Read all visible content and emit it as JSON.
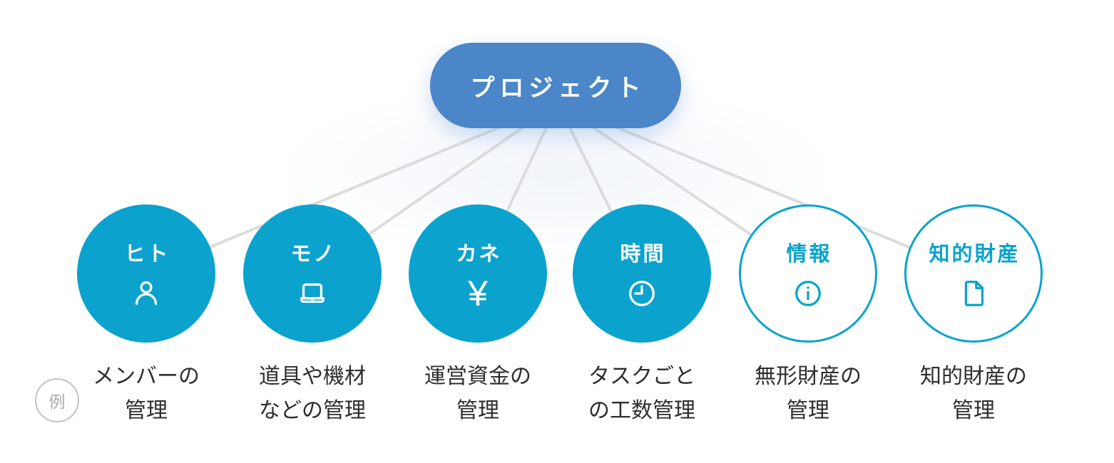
{
  "diagram": {
    "root": {
      "label": "プロジェクト"
    },
    "example_badge": {
      "label": "例"
    },
    "colors": {
      "root_fill": "#4b86c8",
      "node_accent": "#0ba3cd",
      "connector": "#dcdcdc",
      "caption_text": "#2d2d2d",
      "root_text": "#ffffff"
    },
    "nodes": [
      {
        "label": "ヒト",
        "icon": "person-icon",
        "style": "filled",
        "caption": {
          "line1": "メンバーの",
          "line2": "管理"
        }
      },
      {
        "label": "モノ",
        "icon": "laptop-icon",
        "style": "filled",
        "caption": {
          "line1": "道具や機材",
          "line2": "などの管理"
        }
      },
      {
        "label": "カネ",
        "icon": "yen-icon",
        "icon_glyph": "¥",
        "style": "filled",
        "caption": {
          "line1": "運営資金の",
          "line2": "管理"
        }
      },
      {
        "label": "時間",
        "icon": "clock-icon",
        "style": "filled",
        "caption": {
          "line1": "タスクごと",
          "line2": "の工数管理"
        }
      },
      {
        "label": "情報",
        "icon": "info-icon",
        "style": "outlined",
        "caption": {
          "line1": "無形財産の",
          "line2": "管理"
        }
      },
      {
        "label": "知的財産",
        "icon": "document-icon",
        "style": "outlined",
        "caption": {
          "line1": "知的財産の",
          "line2": "管理"
        }
      }
    ]
  }
}
